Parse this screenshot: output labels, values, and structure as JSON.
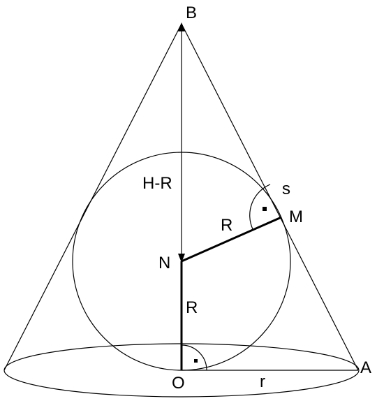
{
  "labels": {
    "B": "B",
    "H_minus_R": "H-R",
    "s": "s",
    "M": "M",
    "R_nm": "R",
    "N": "N",
    "R_on": "R",
    "A": "A",
    "O": "O",
    "r": "r"
  },
  "colors": {
    "stroke": "#000000",
    "background": "#ffffff"
  }
}
